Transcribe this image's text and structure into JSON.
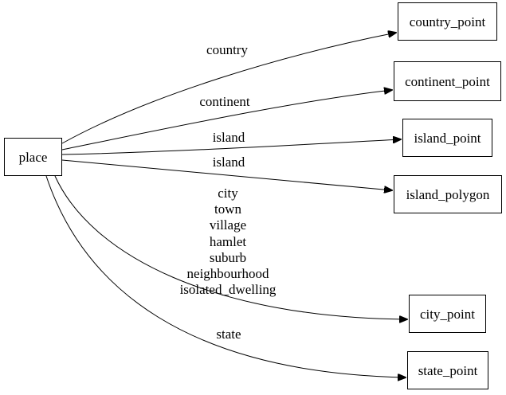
{
  "diagram": {
    "type": "directed-graph",
    "background_color": "#ffffff",
    "node_fill_color": "#ffffff",
    "node_border_color": "#000000",
    "edge_color": "#000000",
    "text_color": "#000000",
    "source_node": {
      "label": "place"
    },
    "target_nodes": [
      {
        "label": "country_point"
      },
      {
        "label": "continent_point"
      },
      {
        "label": "island_point"
      },
      {
        "label": "island_polygon"
      },
      {
        "label": "city_point"
      },
      {
        "label": "state_point"
      }
    ],
    "edges": [
      {
        "from": "place",
        "to": "country_point",
        "label": "country"
      },
      {
        "from": "place",
        "to": "continent_point",
        "label": "continent"
      },
      {
        "from": "place",
        "to": "island_point",
        "label": "island"
      },
      {
        "from": "place",
        "to": "island_polygon",
        "label": "island"
      },
      {
        "from": "place",
        "to": "city_point",
        "label_lines": [
          "city",
          "town",
          "village",
          "hamlet",
          "suburb",
          "neighbourhood",
          "isolated_dwelling"
        ]
      },
      {
        "from": "place",
        "to": "state_point",
        "label": "state"
      }
    ]
  }
}
